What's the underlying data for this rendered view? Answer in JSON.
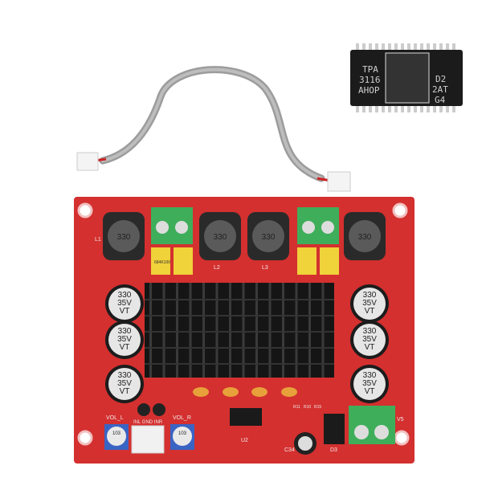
{
  "chip": {
    "line1": "TPA",
    "line2": "3116",
    "line3": "AHOP",
    "code1": "D2",
    "code2": "2AT",
    "code3": "G4"
  },
  "board": {
    "inductor_value": "330",
    "inductor_labels": [
      "L1",
      "L2",
      "L3"
    ],
    "capacitor_lines": [
      "330",
      "35V",
      "VT"
    ],
    "vol_left": "VOL_L",
    "vol_right": "VOL_R",
    "input_labels": "INL GND INR",
    "pot_value": "103",
    "ic_label": "U2",
    "power_label": "V5",
    "cap_label": "C34",
    "diode_label": "D3",
    "resistor_labels": [
      "R11",
      "R10",
      "R15"
    ],
    "yellow_cap_text": "684K100"
  },
  "colors": {
    "pcb": "#d3302f",
    "terminal": "#3fae5a",
    "heatsink": "#1a1a1a",
    "cable": "#a9a9a9"
  }
}
